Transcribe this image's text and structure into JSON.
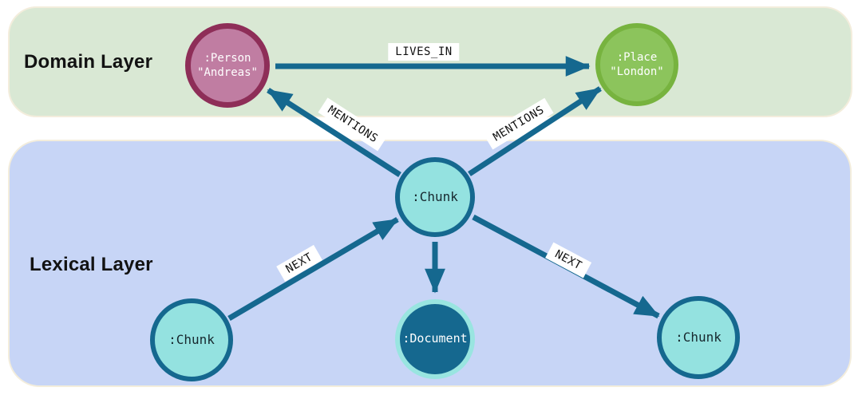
{
  "layers": {
    "domain": {
      "title": "Domain Layer",
      "bg_color": "#d9e8d4"
    },
    "lexical": {
      "title": "Lexical Layer",
      "bg_color": "#c7d5f6"
    }
  },
  "nodes": {
    "person": {
      "line1": ":Person",
      "line2": "\"Andreas\"",
      "fill": "#c07da2",
      "border": "#8e2e58",
      "text_color": "#ffffff"
    },
    "place": {
      "line1": ":Place",
      "line2": "\"London\"",
      "fill": "#8cc45c",
      "border": "#77b33f",
      "text_color": "#ffffff"
    },
    "chunk": {
      "label": ":Chunk",
      "fill": "#94e2e0",
      "border": "#15688f",
      "text_color": "#17282e"
    },
    "document": {
      "label": ":Document",
      "fill": "#15688f",
      "border": "#99e5e0",
      "text_color": "#ffffff"
    }
  },
  "edges": {
    "lives_in": {
      "label": "LIVES_IN"
    },
    "mentions_left": {
      "label": "MENTIONS"
    },
    "mentions_right": {
      "label": "MENTIONS"
    },
    "next_left": {
      "label": "NEXT"
    },
    "next_right": {
      "label": "NEXT"
    }
  },
  "colors": {
    "arrow": "#15688f",
    "label_chip_bg": "#ffffff",
    "label_text": "#111111",
    "canvas_bg": "#ffffff"
  }
}
